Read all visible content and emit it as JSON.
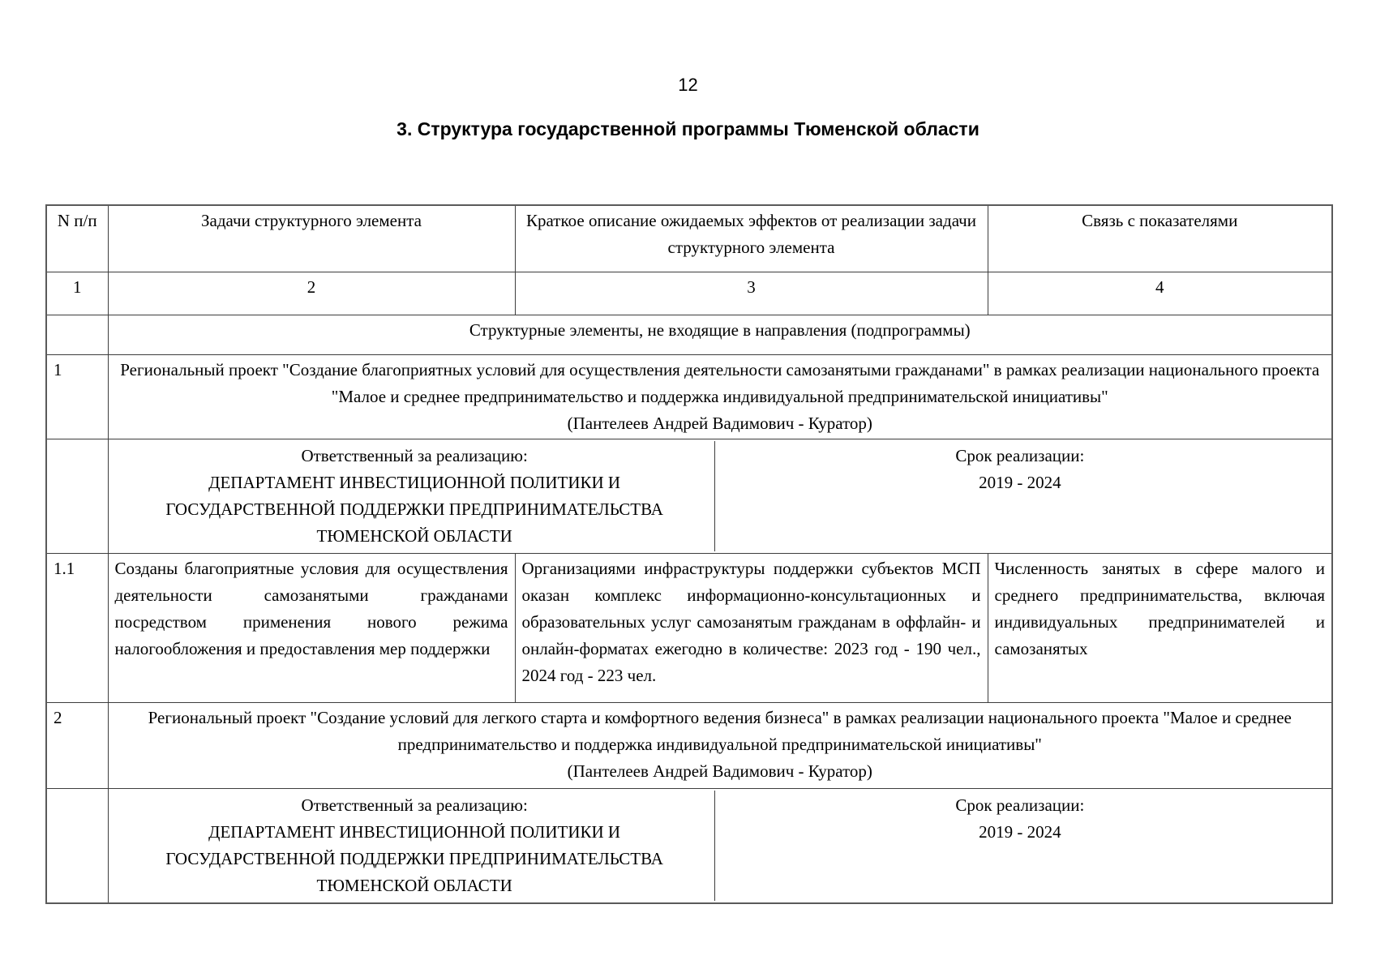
{
  "page": {
    "number": "12",
    "title": "3. Структура государственной программы Тюменской области"
  },
  "table": {
    "headers": [
      "N п/п",
      "Задачи структурного элемента",
      "Краткое описание ожидаемых эффектов от реализации задачи структурного элемента",
      "Связь с показателями"
    ],
    "column_numbers": [
      "1",
      "2",
      "3",
      "4"
    ],
    "section_title": "Структурные элементы, не входящие в направления (подпрограммы)",
    "project1": {
      "num": "1",
      "text": "Региональный проект \"Создание благоприятных условий для осуществления деятельности самозанятыми гражданами\" в рамках реализации национального проекта \"Малое и среднее предпринимательство и поддержка индивидуальной предпринимательской инициативы\"",
      "curator": "(Пантелеев Андрей Вадимович - Куратор)"
    },
    "responsible1": {
      "label": "Ответственный за реализацию:",
      "name": "ДЕПАРТАМЕНТ ИНВЕСТИЦИОННОЙ ПОЛИТИКИ И ГОСУДАРСТВЕННОЙ ПОДДЕРЖКИ ПРЕДПРИНИМАТЕЛЬСТВА ТЮМЕНСКОЙ ОБЛАСТИ",
      "period_label": "Срок реализации:",
      "period": "2019 - 2024"
    },
    "task11": {
      "num": "1.1",
      "task": "Созданы благоприятные условия для осуществления деятельности самозанятыми гражданами посредством применения нового режима налогообложения и предоставления мер поддержки",
      "effect": "Организациями инфраструктуры поддержки субъектов МСП оказан комплекс информационно-консультационных и образовательных услуг самозанятым гражданам в оффлайн- и онлайн-форматах ежегодно в количестве: 2023 год - 190 чел., 2024 год - 223 чел.",
      "indicator": "Численность занятых в сфере малого и среднего предпринимательства, включая индивидуальных предпринимателей и самозанятых"
    },
    "project2": {
      "num": "2",
      "text": "Региональный проект \"Создание условий для легкого старта и комфортного ведения бизнеса\" в рамках реализации национального проекта \"Малое и среднее предпринимательство и поддержка индивидуальной предпринимательской инициативы\"",
      "curator": "(Пантелеев Андрей Вадимович - Куратор)"
    },
    "responsible2": {
      "label": "Ответственный за реализацию:",
      "name": "ДЕПАРТАМЕНТ ИНВЕСТИЦИОННОЙ ПОЛИТИКИ И ГОСУДАРСТВЕННОЙ ПОДДЕРЖКИ ПРЕДПРИНИМАТЕЛЬСТВА ТЮМЕНСКОЙ ОБЛАСТИ",
      "period_label": "Срок реализации:",
      "period": "2019 - 2024"
    }
  }
}
